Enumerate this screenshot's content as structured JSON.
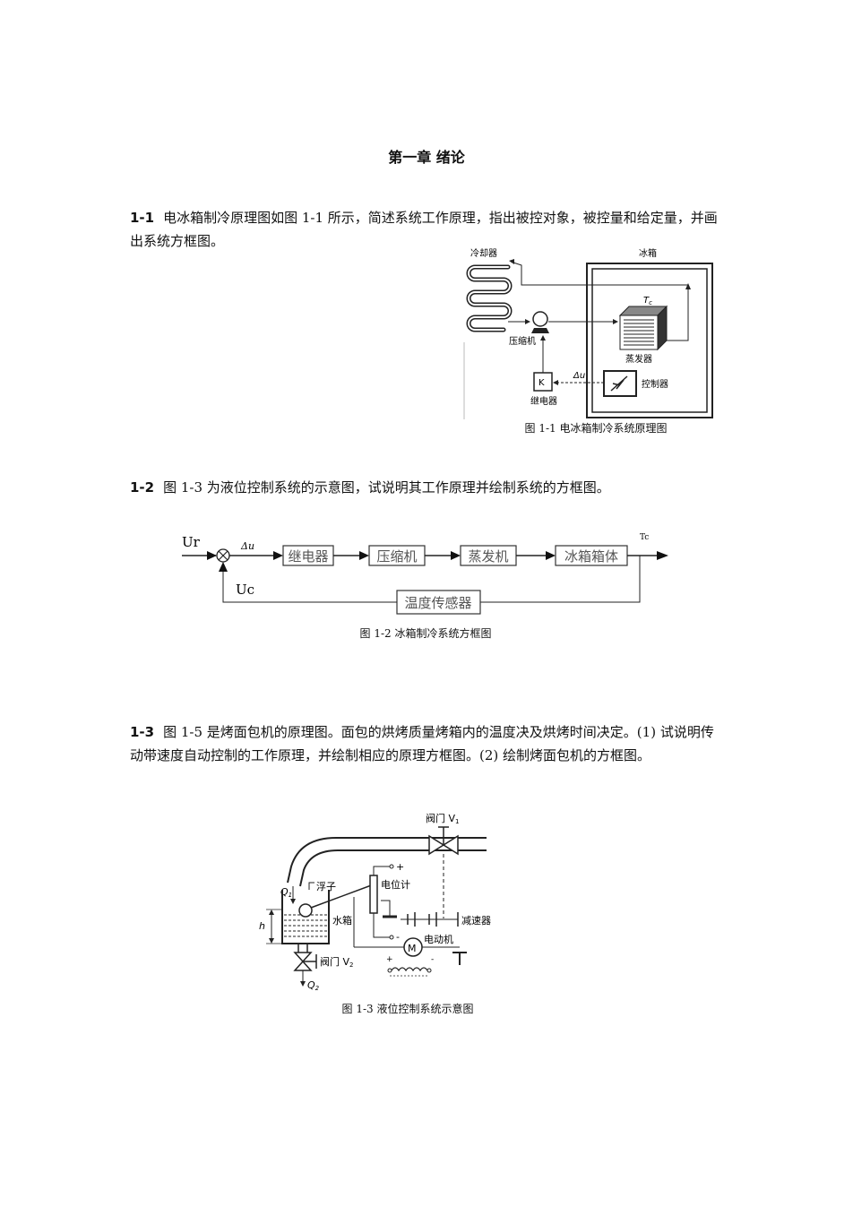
{
  "chapter_title": "第一章 绪论",
  "problems": [
    {
      "num": "1-1",
      "text": "电冰箱制冷原理图如图 1-1 所示，简述系统工作原理，指出被控对象，被控量和给定量，并画出系统方框图。"
    },
    {
      "num": "1-2",
      "text": "图 1-3 为液位控制系统的示意图，试说明其工作原理并绘制系统的方框图。"
    },
    {
      "num": "1-3",
      "text": "图 1-5 是烤面包机的原理图。面包的烘烤质量烤箱内的温度决及烘烤时间决定。(1) 试说明传动带速度自动控制的工作原理，并绘制相应的原理方框图。(2) 绘制烤面包机的方框图。"
    }
  ],
  "fig1": {
    "caption": "图 1-1  电冰箱制冷系统原理图",
    "labels": {
      "cooler": "冷却器",
      "fridge": "冰箱",
      "tc": "T",
      "tc_sub": "c",
      "compressor": "压缩机",
      "evaporator": "蒸发器",
      "k": "K",
      "delta_u": "Δu",
      "controller": "控制器",
      "relay": "继电器"
    }
  },
  "fig2": {
    "caption": "图 1-2  冰箱制冷系统方框图",
    "ur": "Ur",
    "delta_u": "Δu",
    "tc": "Tc",
    "uc": "Uc",
    "blocks": [
      "继电器",
      "压缩机",
      "蒸发机",
      "冰箱箱体"
    ],
    "feedback": "温度传感器"
  },
  "fig3": {
    "caption": "图 1-3  液位控制系统示意图",
    "labels": {
      "valve1": "阀门 V",
      "valve1_sub": "1",
      "q1": "Q",
      "q1_sub": "1",
      "float": "浮子",
      "potentiometer": "电位计",
      "plus": "+",
      "minus": "-",
      "tank": "水箱",
      "reducer": "减速器",
      "h": "h",
      "m": "M",
      "motor": "电动机",
      "valve2": "阀门 V",
      "valve2_sub": "2",
      "motor_plus": "+",
      "motor_minus": "-",
      "q2": "Q",
      "q2_sub": "2"
    }
  }
}
